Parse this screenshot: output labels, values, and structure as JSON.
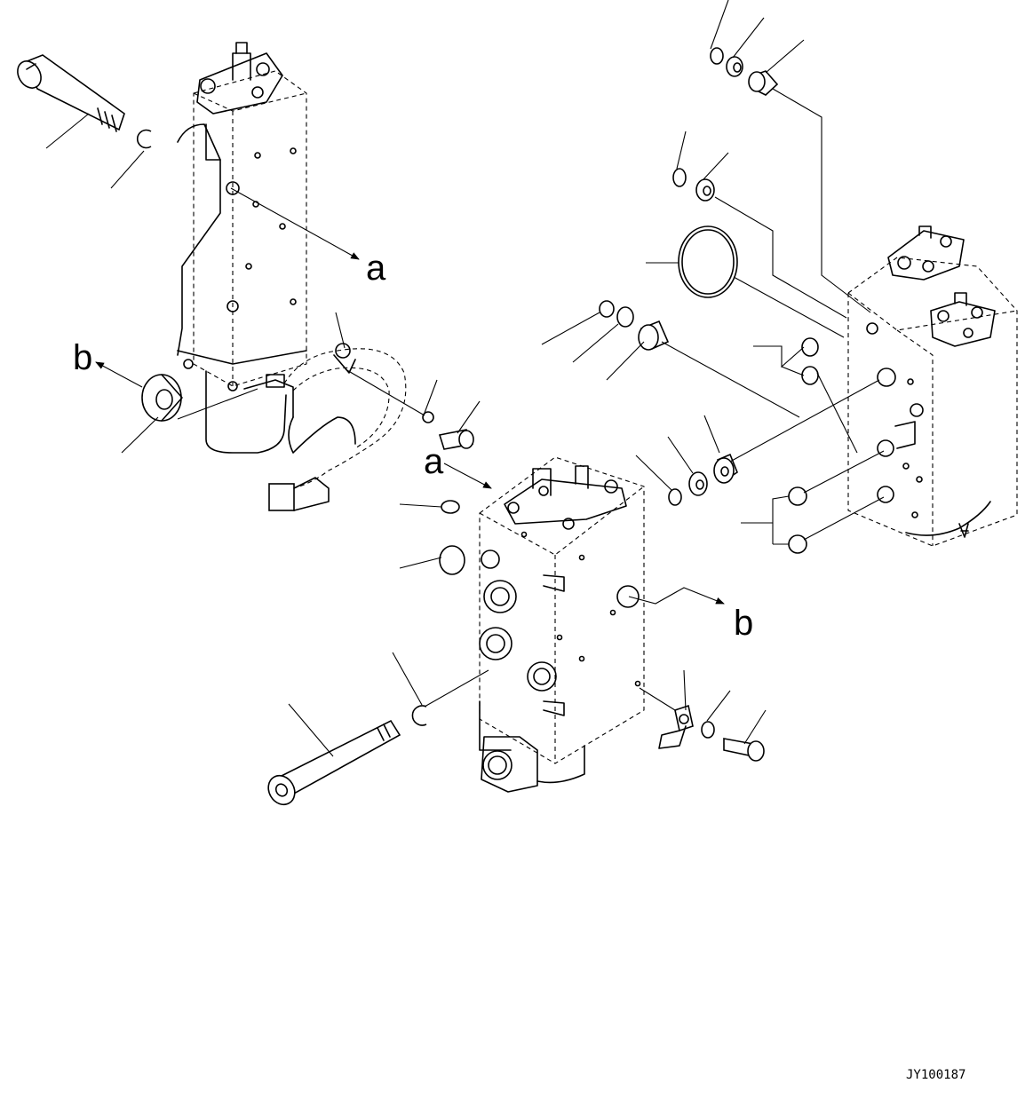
{
  "drawing": {
    "code": "JY100187",
    "reference_labels": {
      "a_top": "a",
      "a_middle": "a",
      "b_left": "b",
      "b_right": "b"
    }
  }
}
